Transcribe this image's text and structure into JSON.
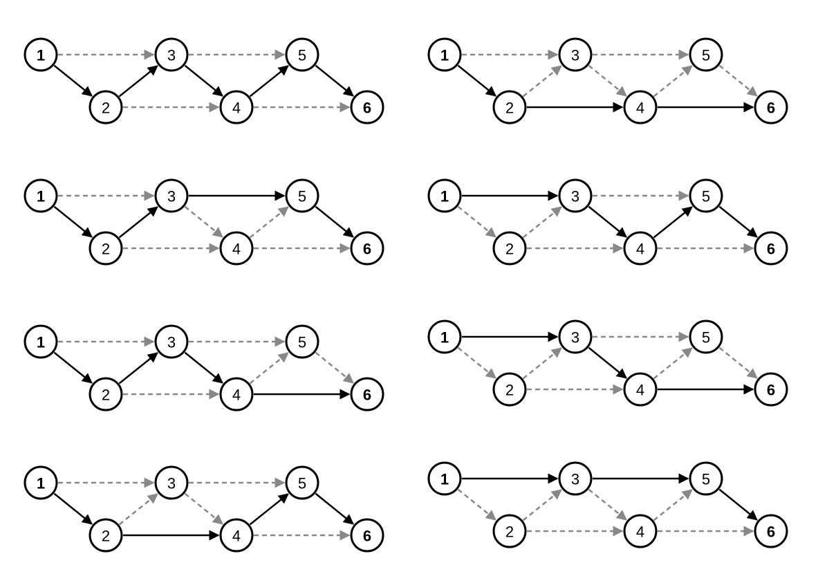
{
  "colors": {
    "active_edge": "#000000",
    "inactive_edge": "#888888",
    "node_fill": "#ffffff",
    "node_stroke": "#000000"
  },
  "nodes": [
    {
      "id": "1",
      "label": "1",
      "bold": true
    },
    {
      "id": "2",
      "label": "2",
      "bold": false
    },
    {
      "id": "3",
      "label": "3",
      "bold": false
    },
    {
      "id": "4",
      "label": "4",
      "bold": false
    },
    {
      "id": "5",
      "label": "5",
      "bold": false
    },
    {
      "id": "6",
      "label": "6",
      "bold": true
    }
  ],
  "edges": [
    [
      "1",
      "3"
    ],
    [
      "1",
      "2"
    ],
    [
      "2",
      "3"
    ],
    [
      "3",
      "5"
    ],
    [
      "3",
      "4"
    ],
    [
      "2",
      "4"
    ],
    [
      "4",
      "5"
    ],
    [
      "5",
      "6"
    ],
    [
      "4",
      "6"
    ]
  ],
  "panels": [
    {
      "path": [
        "1",
        "2",
        "3",
        "4",
        "5",
        "6"
      ]
    },
    {
      "path": [
        "1",
        "2",
        "4",
        "6"
      ]
    },
    {
      "path": [
        "1",
        "2",
        "3",
        "5",
        "6"
      ]
    },
    {
      "path": [
        "1",
        "3",
        "4",
        "5",
        "6"
      ]
    },
    {
      "path": [
        "1",
        "2",
        "3",
        "4",
        "6"
      ]
    },
    {
      "path": [
        "1",
        "3",
        "4",
        "6"
      ]
    },
    {
      "path": [
        "1",
        "2",
        "4",
        "5",
        "6"
      ]
    },
    {
      "path": [
        "1",
        "3",
        "5",
        "6"
      ]
    }
  ]
}
